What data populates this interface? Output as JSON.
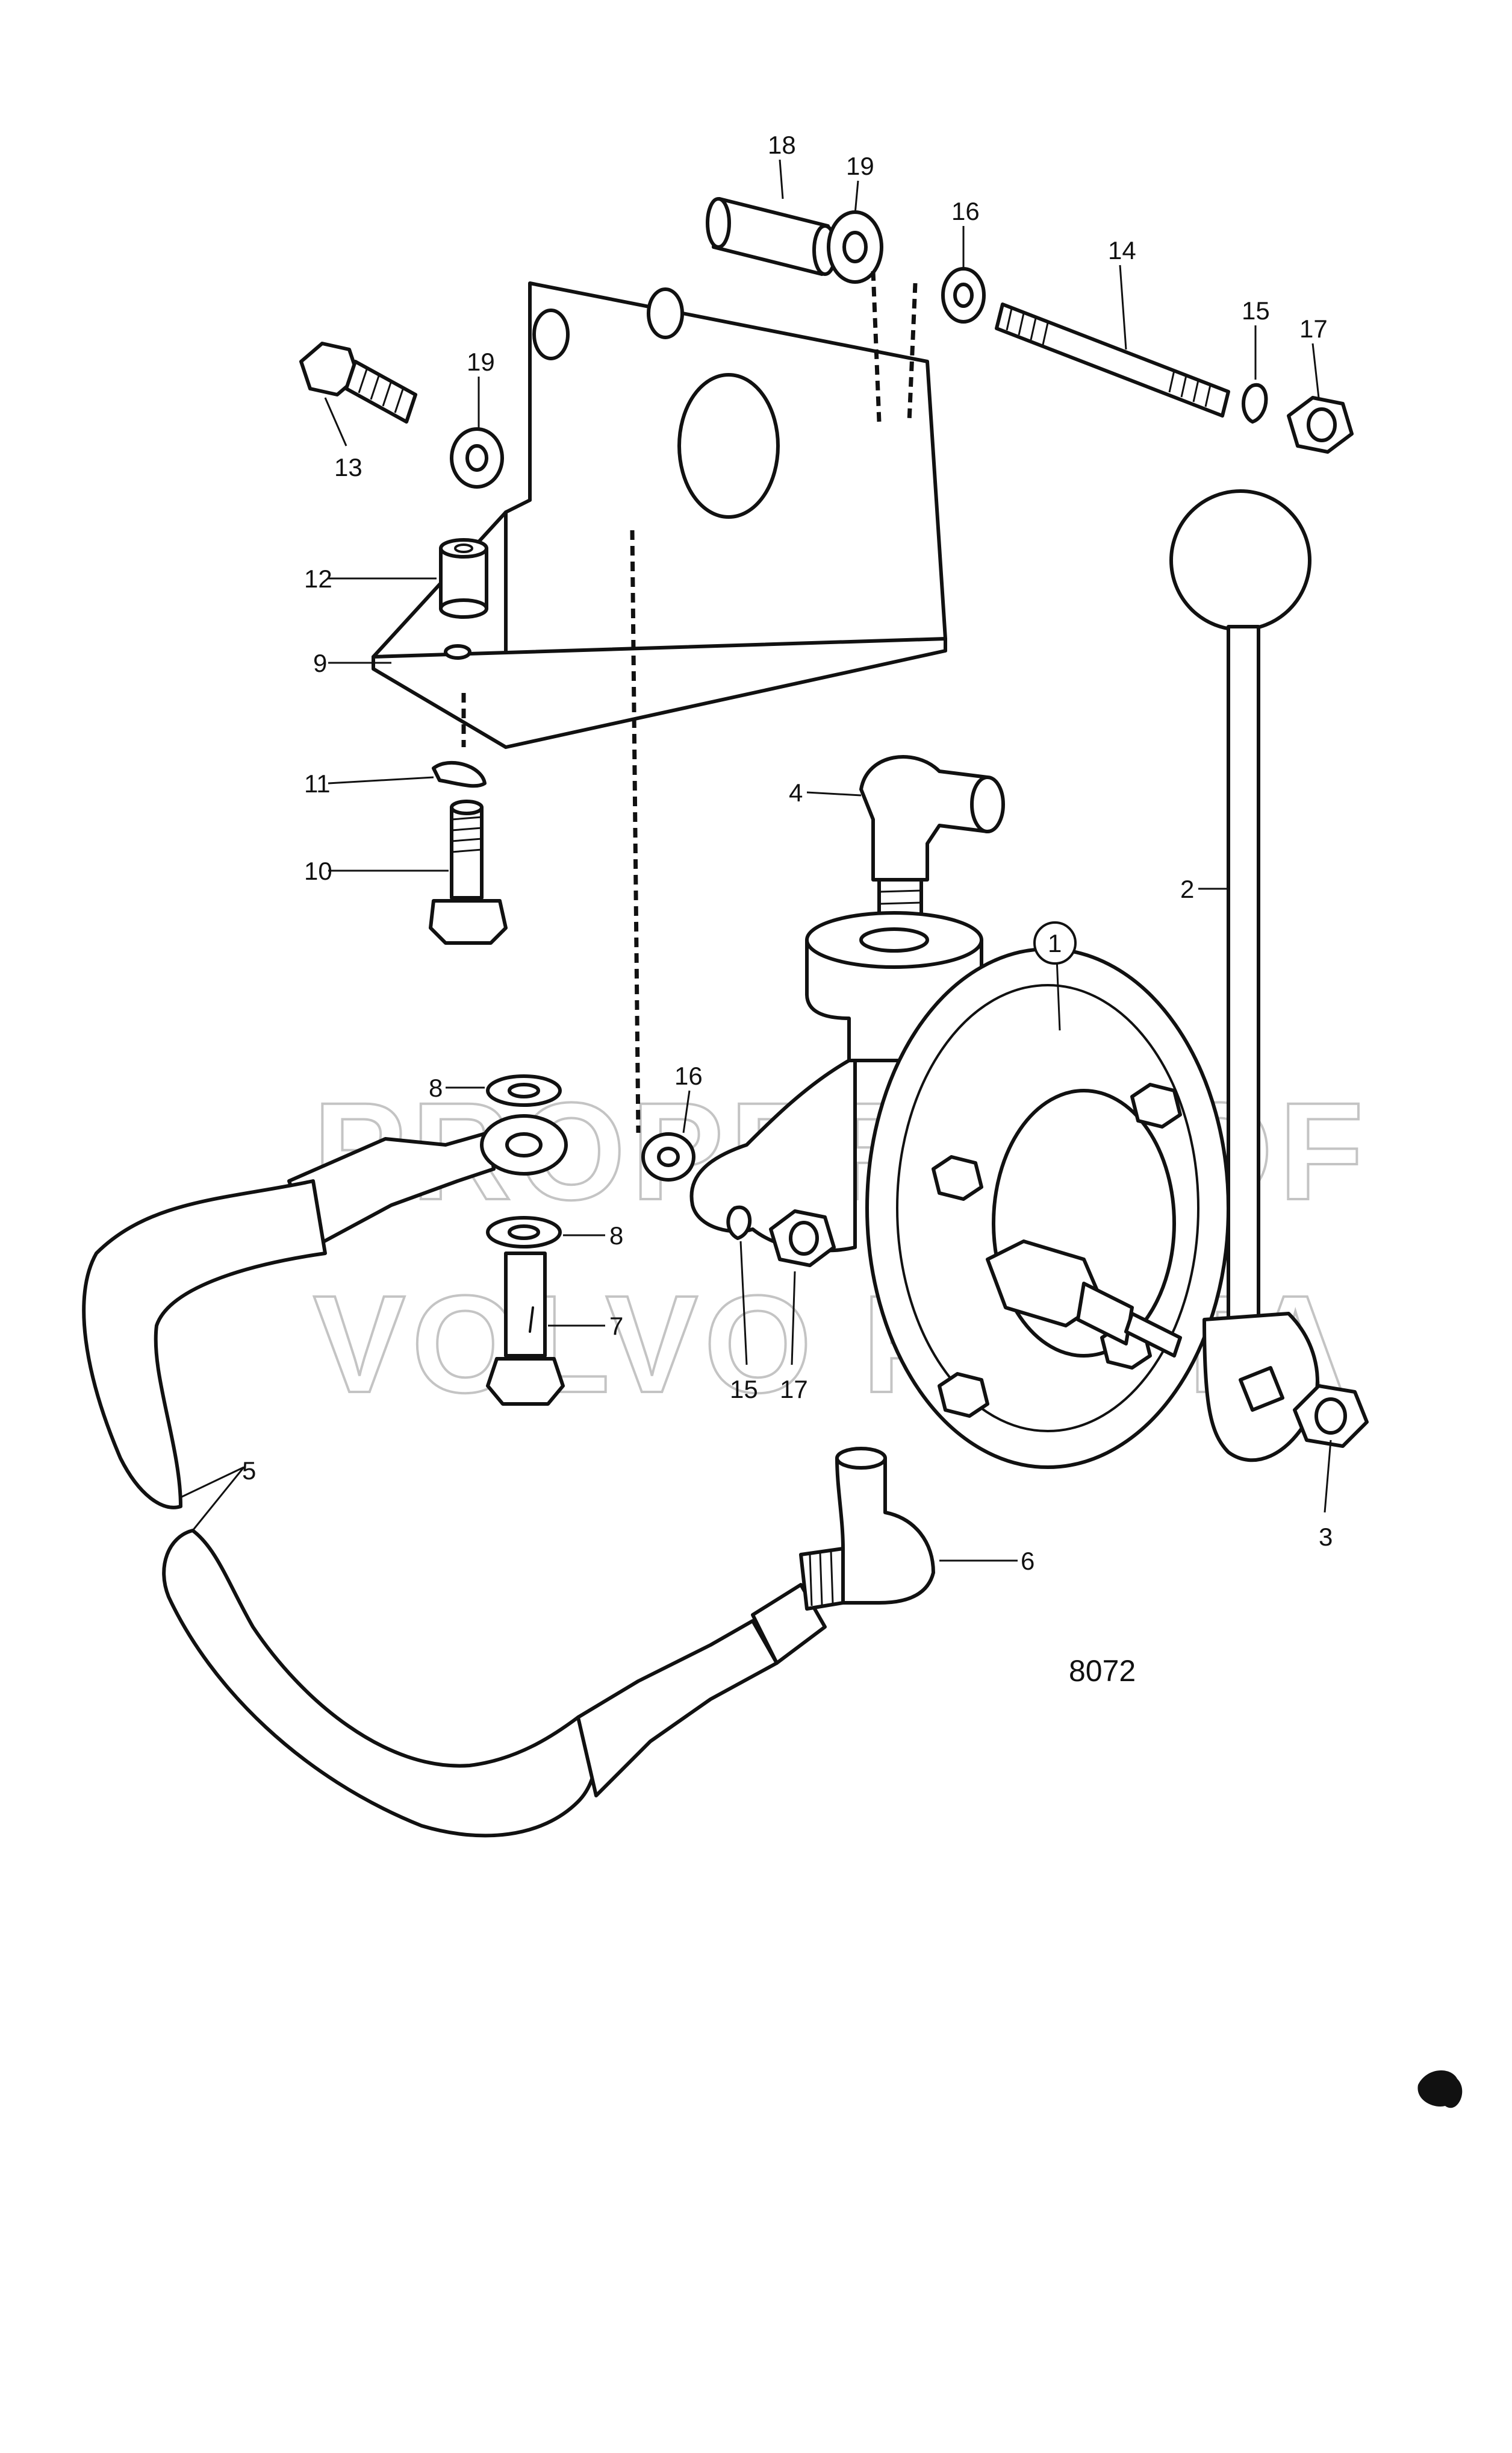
{
  "drawing": {
    "number": "8072",
    "watermark_line1": "PROPERTY OF",
    "watermark_line2": "VOLVO PENTA"
  },
  "callouts": {
    "c1": "1",
    "c2": "2",
    "c3": "3",
    "c4": "4",
    "c5": "5",
    "c6": "6",
    "c7": "7",
    "c8a": "8",
    "c8b": "8",
    "c9": "9",
    "c10": "10",
    "c11": "11",
    "c12": "12",
    "c13": "13",
    "c14": "14",
    "c15a": "15",
    "c15b": "15",
    "c16a": "16",
    "c16b": "16",
    "c17a": "17",
    "c17b": "17",
    "c18": "18",
    "c19a": "19",
    "c19b": "19"
  },
  "colors": {
    "ink": "#111111",
    "paper": "#ffffff",
    "watermark": "#c4c4c4"
  }
}
